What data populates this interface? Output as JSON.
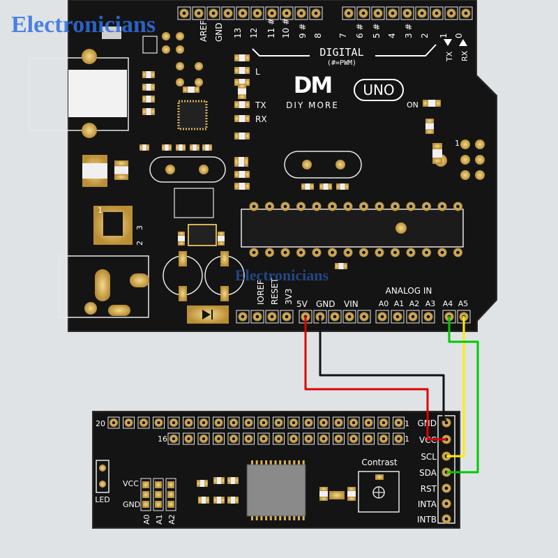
{
  "watermark": "Electronicians",
  "watermark_mid": "Electronicians",
  "uno": {
    "brand_logo": "DM",
    "brand_name": "DIY MORE",
    "model": "UNO",
    "digital_title": "DIGITAL",
    "digital_subtitle": "(#=PWM)",
    "digital_pins": [
      "AREF",
      "GND",
      "13",
      "12",
      "11 #",
      "10 #",
      "9 #",
      "8",
      "7",
      "6 #",
      "5 #",
      "4",
      "3 #",
      "2",
      "1",
      "0"
    ],
    "tx_label": "TX",
    "rx_label": "RX",
    "tx_arrow": "TX",
    "rx_arrow": "RX",
    "l_label": "L",
    "on_label": "ON",
    "icsp_one": "1",
    "reg_pins": [
      "1",
      "2",
      "3"
    ],
    "power_pins": [
      "IOREF",
      "RESET",
      "3V3",
      "5V",
      "GND",
      "VIN"
    ],
    "analog_title": "ANALOG IN",
    "analog_pins": [
      "A0",
      "A1",
      "A2",
      "A3",
      "A4",
      "A5"
    ]
  },
  "lcd": {
    "row_top_left": "20",
    "row_top_right": "1",
    "row_bottom_left": "16",
    "row_bottom_right": "1",
    "header_pins": [
      "GND",
      "VCC",
      "SCL",
      "SDA",
      "RST",
      "INTA",
      "INTB"
    ],
    "contrast_label": "Contrast",
    "led_label": "LED",
    "vcc_label": "VCC",
    "gnd_label": "GND",
    "addr_pins": [
      "A0",
      "A1",
      "A2"
    ]
  },
  "wires": {
    "vcc_color": "#e00000",
    "gnd_color": "#111111",
    "scl_color": "#ffee00",
    "sda_color": "#00c800"
  },
  "colors": {
    "pcb": "#121212",
    "gold": "#d8b35a",
    "silk": "#ffffff",
    "watermark": "#2f6fe0"
  }
}
